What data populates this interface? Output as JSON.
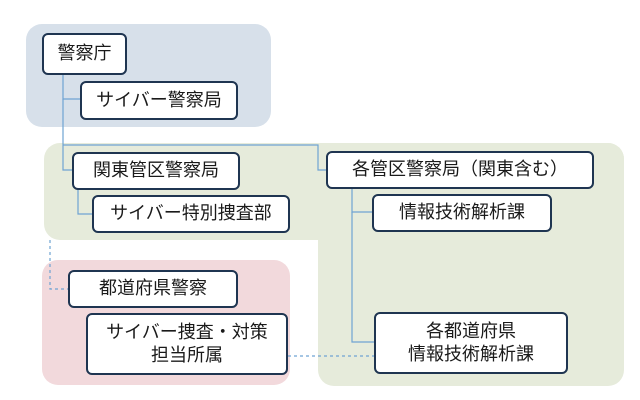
{
  "colors": {
    "top_region": "#d7e0ea",
    "kanto_region": "#e6ebdb",
    "prefecture_region": "#f2d9dc",
    "box_border": "#1f3551",
    "line": "#6fa3d3"
  },
  "nodes": {
    "npa": "警察庁",
    "cyber_bureau": "サイバー警察局",
    "kanto_bureau": "関東管区警察局",
    "cyber_special_unit": "サイバー特別捜査部",
    "regional_bureaus": "各管区警察局（関東含む）",
    "info_tech_section": "情報技術解析課",
    "prefectural_police": "都道府県警察",
    "cyber_dept": {
      "line1": "サイバー捜査・対策",
      "line2": "担当所属"
    },
    "pref_info_tech": {
      "line1": "各都道府県",
      "line2": "情報技術解析課"
    }
  }
}
